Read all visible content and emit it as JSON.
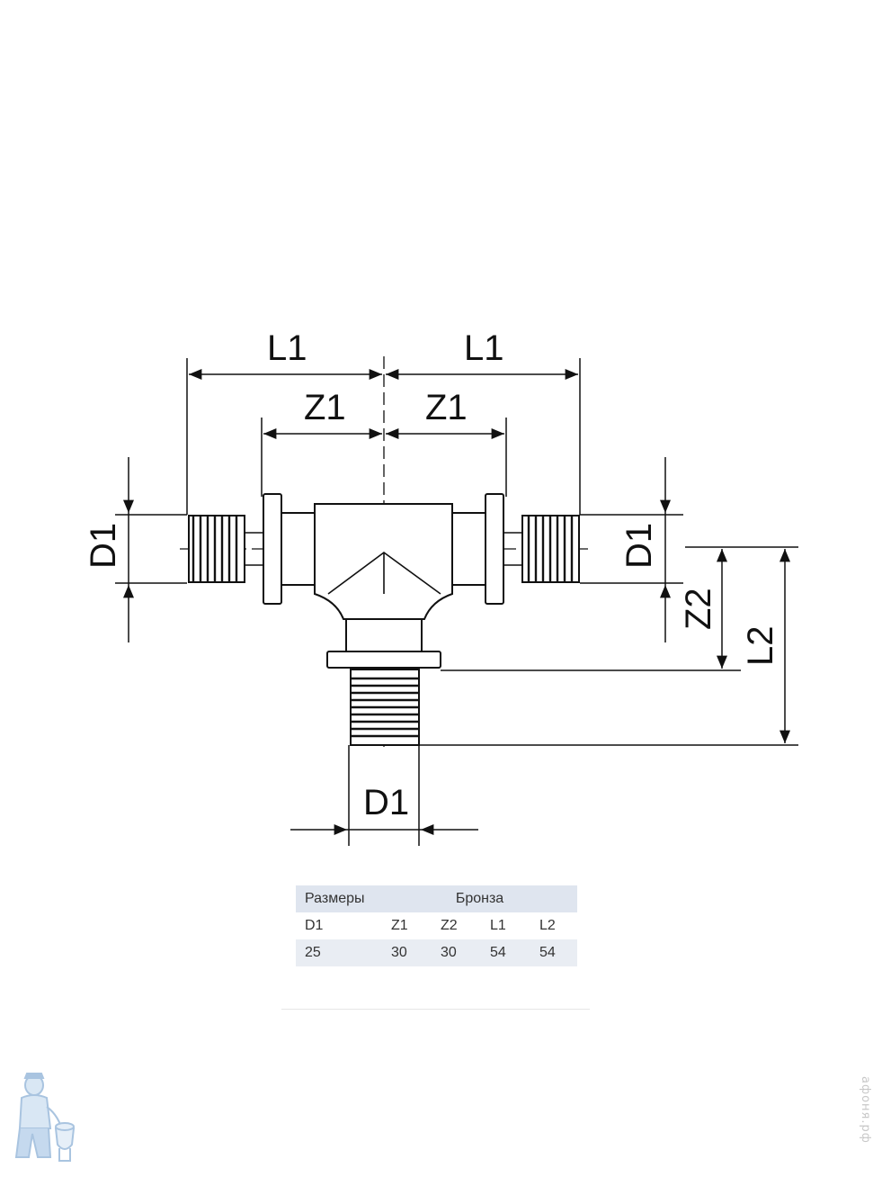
{
  "drawing": {
    "labels": {
      "l1_left": "L1",
      "l1_right": "L1",
      "z1_left": "Z1",
      "z1_right": "Z1",
      "d1_left": "D1",
      "d1_right": "D1",
      "d1_bottom": "D1",
      "z2": "Z2",
      "l2": "L2"
    }
  },
  "table": {
    "header": {
      "dimensions": "Размеры",
      "material": "Бронза"
    },
    "columns": [
      "D1",
      "Z1",
      "Z2",
      "L1",
      "L2"
    ],
    "rows": [
      {
        "D1": "25",
        "Z1": "30",
        "Z2": "30",
        "L1": "54",
        "L2": "54"
      }
    ]
  },
  "watermark": {
    "text": "афоня.рф"
  }
}
